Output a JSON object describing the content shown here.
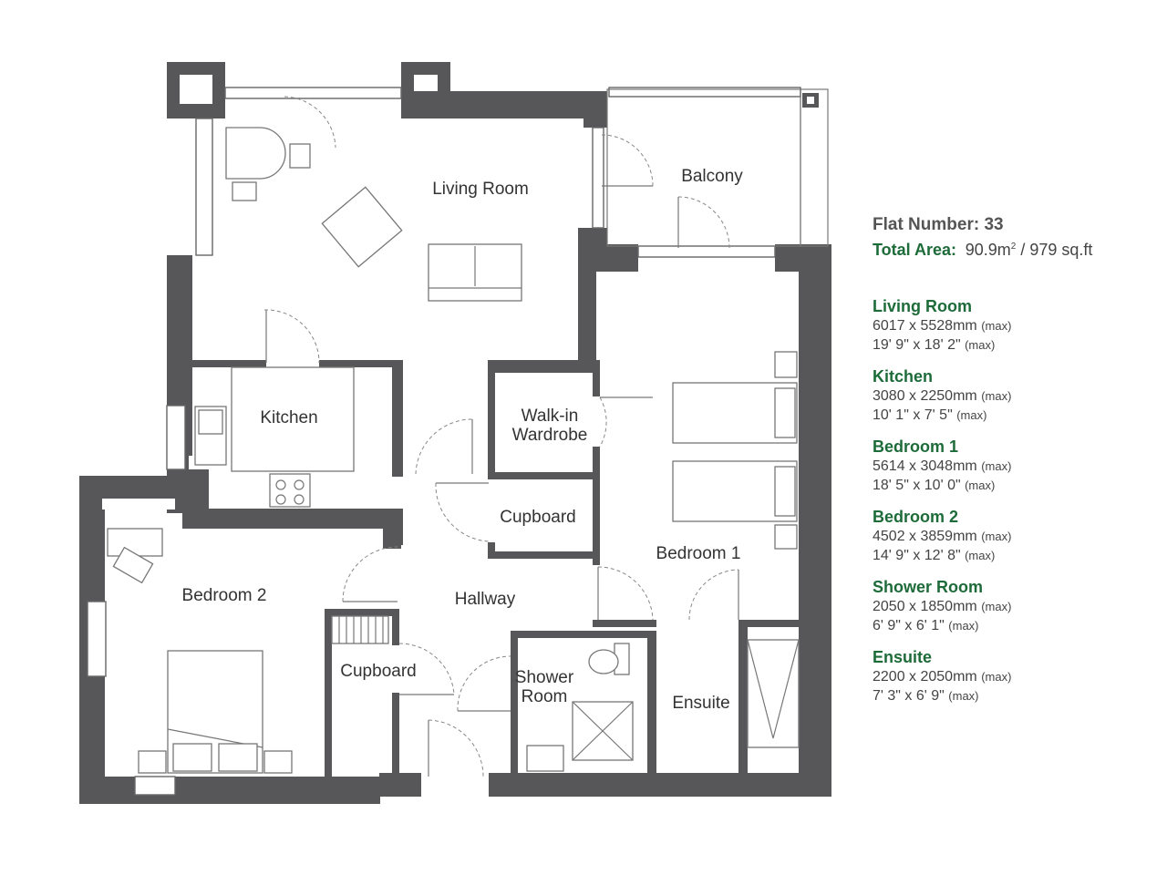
{
  "flat": {
    "number_label": "Flat Number: 33",
    "total_area_label": "Total Area:",
    "total_area_value": "90.9m",
    "total_area_sup": "2",
    "total_area_sqft": " / 979 sq.ft"
  },
  "rooms_on_plan": {
    "living_room": "Living Room",
    "balcony": "Balcony",
    "kitchen": "Kitchen",
    "walkin_line1": "Walk-in",
    "walkin_line2": "Wardrobe",
    "cupboard_1": "Cupboard",
    "bedroom_1": "Bedroom 1",
    "bedroom_2": "Bedroom 2",
    "hallway": "Hallway",
    "cupboard_2": "Cupboard",
    "shower_line1": "Shower",
    "shower_line2": "Room",
    "ensuite": "Ensuite"
  },
  "schedule": [
    {
      "name": "Living Room",
      "metric": "6017 x 5528mm",
      "imperial": "19' 9\" x 18' 2\"",
      "qualifier": "(max)"
    },
    {
      "name": "Kitchen",
      "metric": "3080 x 2250mm",
      "imperial": "10' 1\" x 7' 5\"",
      "qualifier": "(max)"
    },
    {
      "name": "Bedroom 1",
      "metric": "5614 x 3048mm",
      "imperial": "18' 5\" x 10' 0\"",
      "qualifier": "(max)"
    },
    {
      "name": "Bedroom 2",
      "metric": "4502 x 3859mm",
      "imperial": "14' 9\" x 12' 8\"",
      "qualifier": "(max)"
    },
    {
      "name": "Shower Room",
      "metric": "2050 x 1850mm",
      "imperial": "6' 9\" x 6' 1\"",
      "qualifier": "(max)"
    },
    {
      "name": "Ensuite",
      "metric": "2200 x 2050mm",
      "imperial": "7' 3\" x 6' 9\"",
      "qualifier": "(max)"
    }
  ],
  "colors": {
    "wall": "#575759",
    "heading_green": "#1e6b3a",
    "text_grey": "#444444"
  }
}
